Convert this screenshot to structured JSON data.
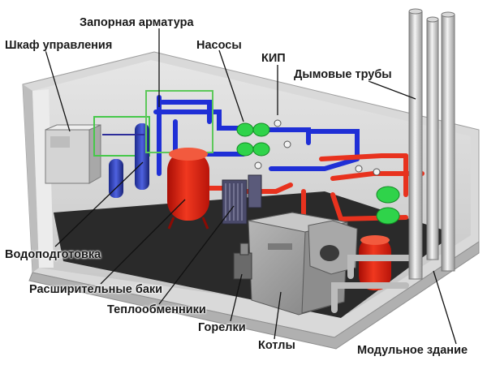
{
  "labels": {
    "shutoff_valves": "Запорная арматура",
    "control_cabinet": "Шкаф управления",
    "pumps": "Насосы",
    "instrumentation": "КИП",
    "chimneys": "Дымовые трубы",
    "water_treatment": "Водоподготовка",
    "expansion_tanks": "Расширительные баки",
    "heat_exchangers": "Теплообменники",
    "burners": "Горелки",
    "boilers": "Котлы",
    "modular_building": "Модульное здание"
  },
  "colors": {
    "pipe_blue": "#1f2fd6",
    "pipe_red": "#e8321e",
    "tank_red": "#e41e12",
    "pump_green": "#2fd34a",
    "floor": "#2a2a2a",
    "wall": "#cfcfcf",
    "boiler": "#9a9a9a"
  }
}
